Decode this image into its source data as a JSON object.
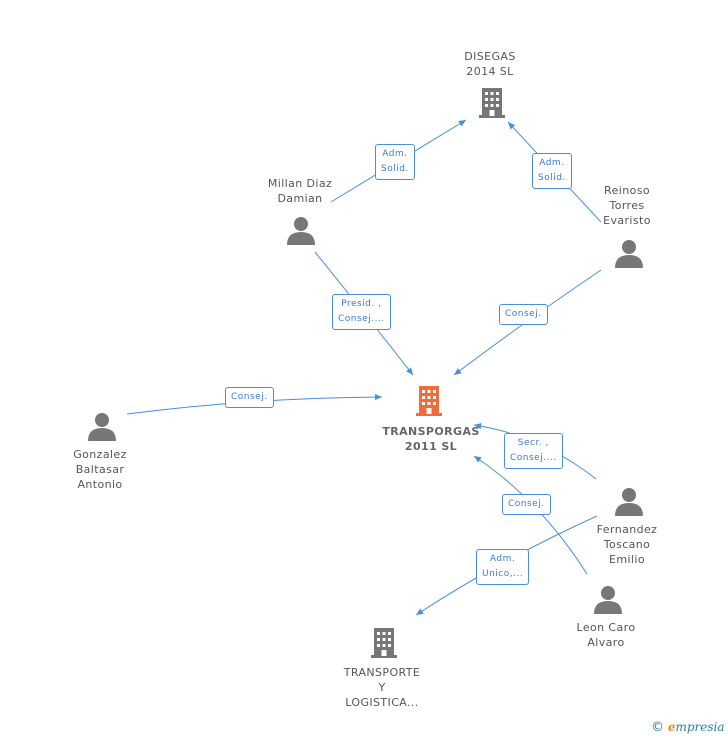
{
  "nodes": {
    "disegas": {
      "lines": [
        "DISEGAS",
        "2014 SL"
      ],
      "kind": "company"
    },
    "millan": {
      "lines": [
        "Millan Diaz",
        "Damian"
      ],
      "kind": "person"
    },
    "reinoso": {
      "lines": [
        "Reinoso",
        "Torres",
        "Evaristo"
      ],
      "kind": "person"
    },
    "gonzalez": {
      "lines": [
        "Gonzalez",
        "Baltasar",
        "Antonio"
      ],
      "kind": "person"
    },
    "transporgas": {
      "lines": [
        "TRANSPORGAS",
        "2011 SL"
      ],
      "kind": "company-main"
    },
    "fernandez": {
      "lines": [
        "Fernandez",
        "Toscano",
        "Emilio"
      ],
      "kind": "person"
    },
    "leon": {
      "lines": [
        "Leon Caro",
        "Alvaro"
      ],
      "kind": "person"
    },
    "transporte": {
      "lines": [
        "TRANSPORTE",
        "Y",
        "LOGISTICA..."
      ],
      "kind": "company"
    }
  },
  "edges": {
    "millan_disegas": {
      "lines": [
        "Adm.",
        "Solid."
      ]
    },
    "reinoso_disegas": {
      "lines": [
        "Adm.",
        "Solid."
      ]
    },
    "millan_transporgas": {
      "lines": [
        "Presid. ,",
        "Consej...."
      ]
    },
    "reinoso_transporgas": {
      "lines": [
        "Consej."
      ]
    },
    "gonzalez_transporgas": {
      "lines": [
        "Consej."
      ]
    },
    "fernandez_transporgas": {
      "lines": [
        "Secr. ,",
        "Consej...."
      ]
    },
    "leon_transporgas": {
      "lines": [
        "Consej."
      ]
    },
    "fernandez_transporte": {
      "lines": [
        "Adm.",
        "Unico,..."
      ]
    }
  },
  "footer": {
    "copyright": "©",
    "brand_initial": "e",
    "brand_rest": "mpresia"
  },
  "colors": {
    "edge": "#4a90d9",
    "person": "#777777",
    "company": "#777777",
    "company_main": "#f26b3a"
  }
}
